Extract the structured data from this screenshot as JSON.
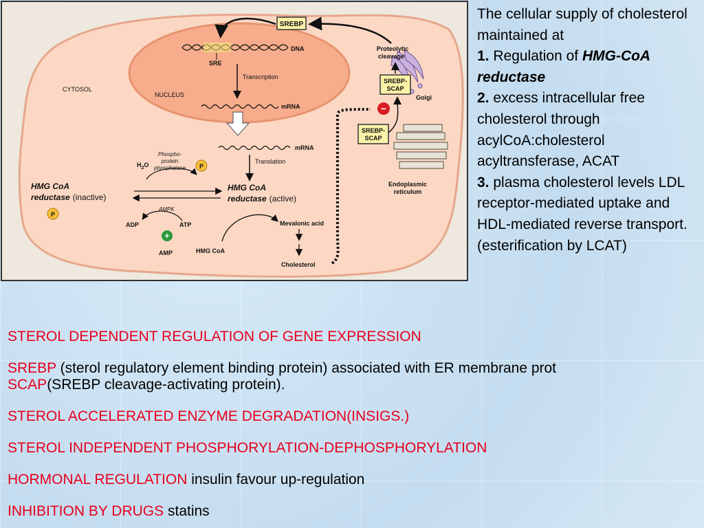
{
  "diagram": {
    "srebp_top": "SREBP",
    "dna": "DNA",
    "sre": "SRE",
    "transcription": "Transcription",
    "cytosol": "CYTOSOL",
    "nucleus": "NUCLEUS",
    "mrna1": "mRNA",
    "mrna2": "mRNA",
    "translation": "Translation",
    "proteolytic": "Proteolytic",
    "cleavage": "cleavage",
    "golgi": "Golgi",
    "srebp_scap_1a": "SREBP-",
    "srebp_scap_1b": "SCAP",
    "srebp_scap_2a": "SREBP-",
    "srebp_scap_2b": "SCAP",
    "er_1": "Endoplasmic",
    "er_2": "reticulum",
    "h2o": "H",
    "h2o_sub": "2",
    "h2o_o": "O",
    "phospho_1": "Phospho-",
    "phospho_2": "protein",
    "phospho_3": "phosphatase",
    "p_label": "P",
    "hmg_inactive_1": "HMG CoA",
    "hmg_inactive_2": "reductase",
    "inactive": "(inactive)",
    "hmg_active_1": "HMG CoA",
    "hmg_active_2": "reductase",
    "active": "(active)",
    "ampk": "AMPK",
    "adp": "ADP",
    "atp": "ATP",
    "plus": "+",
    "minus": "−",
    "amp": "AMP",
    "hmg_coa": "HMG CoA",
    "mevalonic": "Mevalonic acid",
    "cholesterol": "Cholesterol"
  },
  "side": {
    "intro": "The cellular supply of cholesterol maintained at",
    "n1": "1.",
    "t1_pre": " Regulation of ",
    "t1_em": "HMG-CoA reductase",
    "n2": "2.",
    "t2": " excess intracellular free cholesterol through acylCoA:cholesterol acyltransferase, ACAT",
    "n3": "3.",
    "t3": " plasma cholesterol levels LDL receptor-mediated uptake and HDL-mediated reverse transport.(esterification by LCAT)"
  },
  "bottom": {
    "l1": "STEROL DEPENDENT REGULATION OF GENE EXPRESSION",
    "l2_red": "SREBP",
    "l2_rest": " (sterol regulatory element binding protein) associated with ER membrane prot",
    "l3_red": "SCAP",
    "l3_rest": "(SREBP cleavage-activating protein).",
    "l4": "STEROL ACCELERATED ENZYME DEGRADATION(INSIGS.)",
    "l5": "STEROL INDEPENDENT PHOSPHORYLATION-DEPHOSPHORYLATION",
    "l6_red": "HORMONAL REGULATION",
    "l6_rest": " insulin favour up-regulation",
    "l7_red": "INHIBITION BY DRUGS",
    "l7_rest": " statins"
  }
}
